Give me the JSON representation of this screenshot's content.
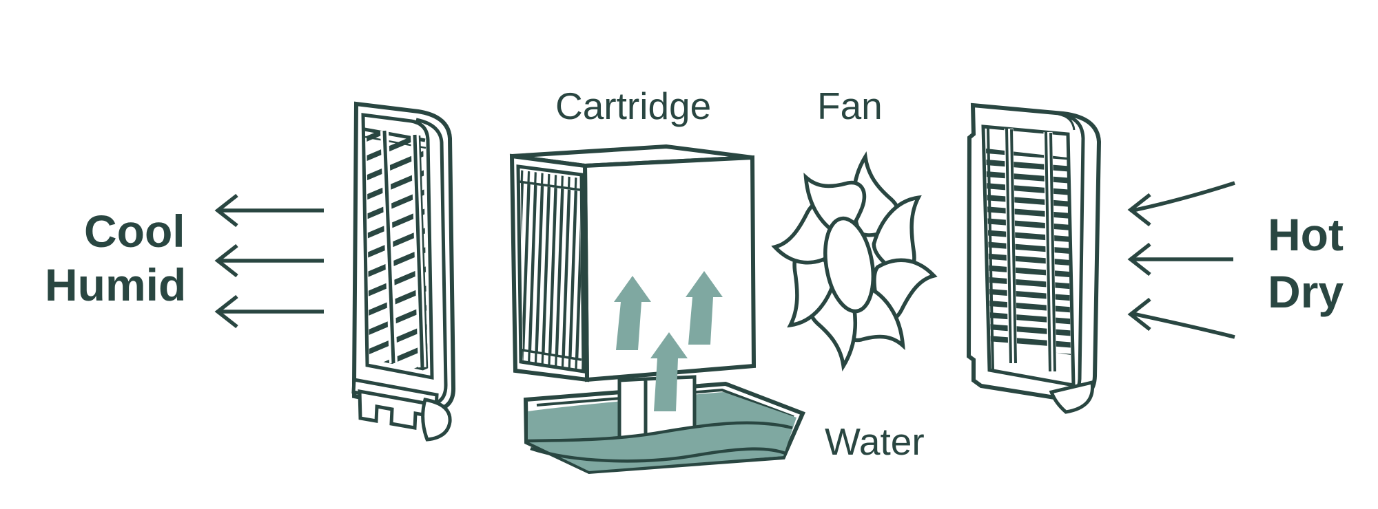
{
  "diagram": {
    "labels": {
      "cool": "Cool",
      "humid": "Humid",
      "cartridge": "Cartridge",
      "fan": "Fan",
      "water": "Water",
      "hot": "Hot",
      "dry": "Dry"
    },
    "airflow": {
      "cool_humid_out_arrows": 3,
      "hot_dry_in_arrows": 3,
      "evaporation_up_arrows": 3
    },
    "colors": {
      "ink": "#294641",
      "teal": "#7FA8A1",
      "background": "#FFFFFF"
    }
  }
}
